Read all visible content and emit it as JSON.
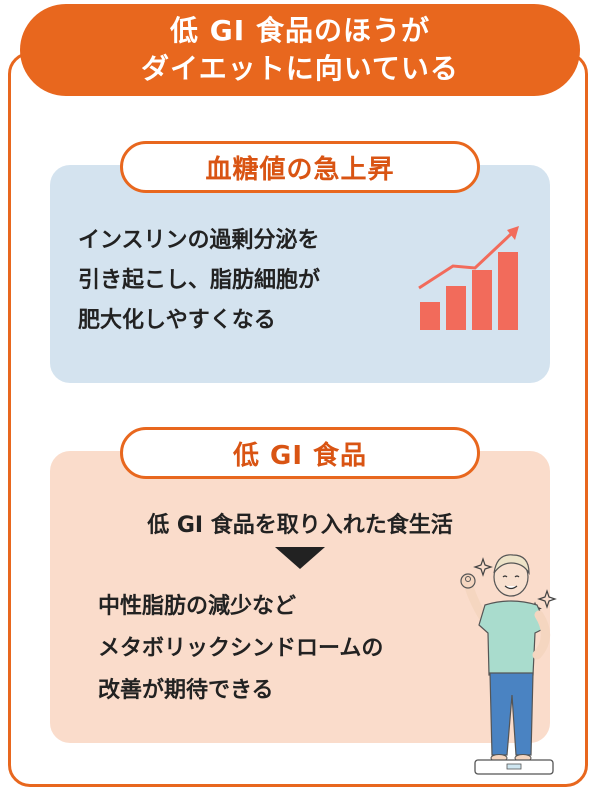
{
  "header": {
    "title_line1": "低 GI 食品のほうが",
    "title_line2": "ダイエットに向いている"
  },
  "section1": {
    "label": "血糖値の急上昇",
    "lines": [
      "インスリンの過剰分泌を",
      "引き起こし、脂肪細胞が",
      "肥大化しやすくなる"
    ],
    "chart_icon": "rising-bar-chart-icon",
    "chart_color": "#f26b5b"
  },
  "section2": {
    "label": "低 GI 食品",
    "intro": "低 GI 食品を取り入れた食生活",
    "arrow_icon": "down-triangle-icon",
    "lines": [
      "中性脂肪の減少など",
      "メタボリックシンドロームの",
      "改善が期待できる"
    ],
    "illustration": "man-on-scale-ok-sign"
  },
  "colors": {
    "accent": "#e8671e",
    "blue_panel": "#d4e3ef",
    "peach_panel": "#fadccb"
  }
}
